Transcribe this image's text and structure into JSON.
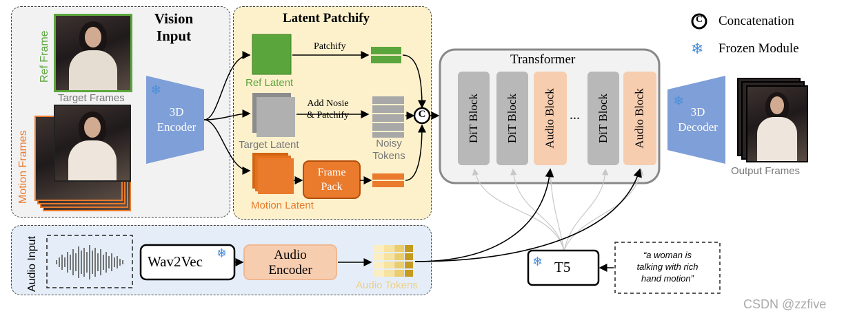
{
  "vision_input": {
    "title_line1": "Vision",
    "title_line2": "Input"
  },
  "ref_frame_label": "Ref Frame",
  "target_frames_label": "Target Frames",
  "motion_frames_label": "Motion Frames",
  "encoder_3d": {
    "line1": "3D",
    "line2": "Encoder"
  },
  "latent_patchify": {
    "title": "Latent Patchify"
  },
  "patchify_label": "Patchify",
  "ref_latent_label": "Ref Latent",
  "add_noise_line1": "Add Nosie",
  "add_noise_line2": "& Patchify",
  "target_latent_label": "Target Latent",
  "noisy_tokens_line1": "Noisy",
  "noisy_tokens_line2": "Tokens",
  "frame_pack": {
    "line1": "Frame",
    "line2": "Pack"
  },
  "motion_latent_label": "Motion Latent",
  "transformer": {
    "title": "Transformer",
    "blocks": [
      "DiT Block",
      "DiT Block",
      "Audio Block",
      "DiT Block",
      "Audio Block"
    ],
    "ellipsis": "..."
  },
  "decoder_3d": {
    "line1": "3D",
    "line2": "Decoder"
  },
  "output_frames_label": "Output Frames",
  "legend": {
    "concat_symbol": "C",
    "concat_label": "Concatenation",
    "frozen_label": "Frozen Module"
  },
  "audio_input_label": "Audio Input",
  "wav2vec_label": "Wav2Vec",
  "audio_encoder": {
    "line1": "Audio",
    "line2": "Encoder"
  },
  "audio_tokens_label": "Audio Tokens",
  "t5_label": "T5",
  "prompt": {
    "line1": "“a woman is",
    "line2": "talking with rich",
    "line3": "hand motion”"
  },
  "watermark": "CSDN @zzfive",
  "colors": {
    "green": "#5aa63c",
    "gray": "#b0b0b0",
    "orange": "#ea7a2c",
    "peach": "#f7cdb0",
    "blue_trap": "#7f9fd8",
    "panel_yellow": "#fdf1cc",
    "panel_gray": "#f2f2f2",
    "panel_blue": "#e5eef8"
  }
}
